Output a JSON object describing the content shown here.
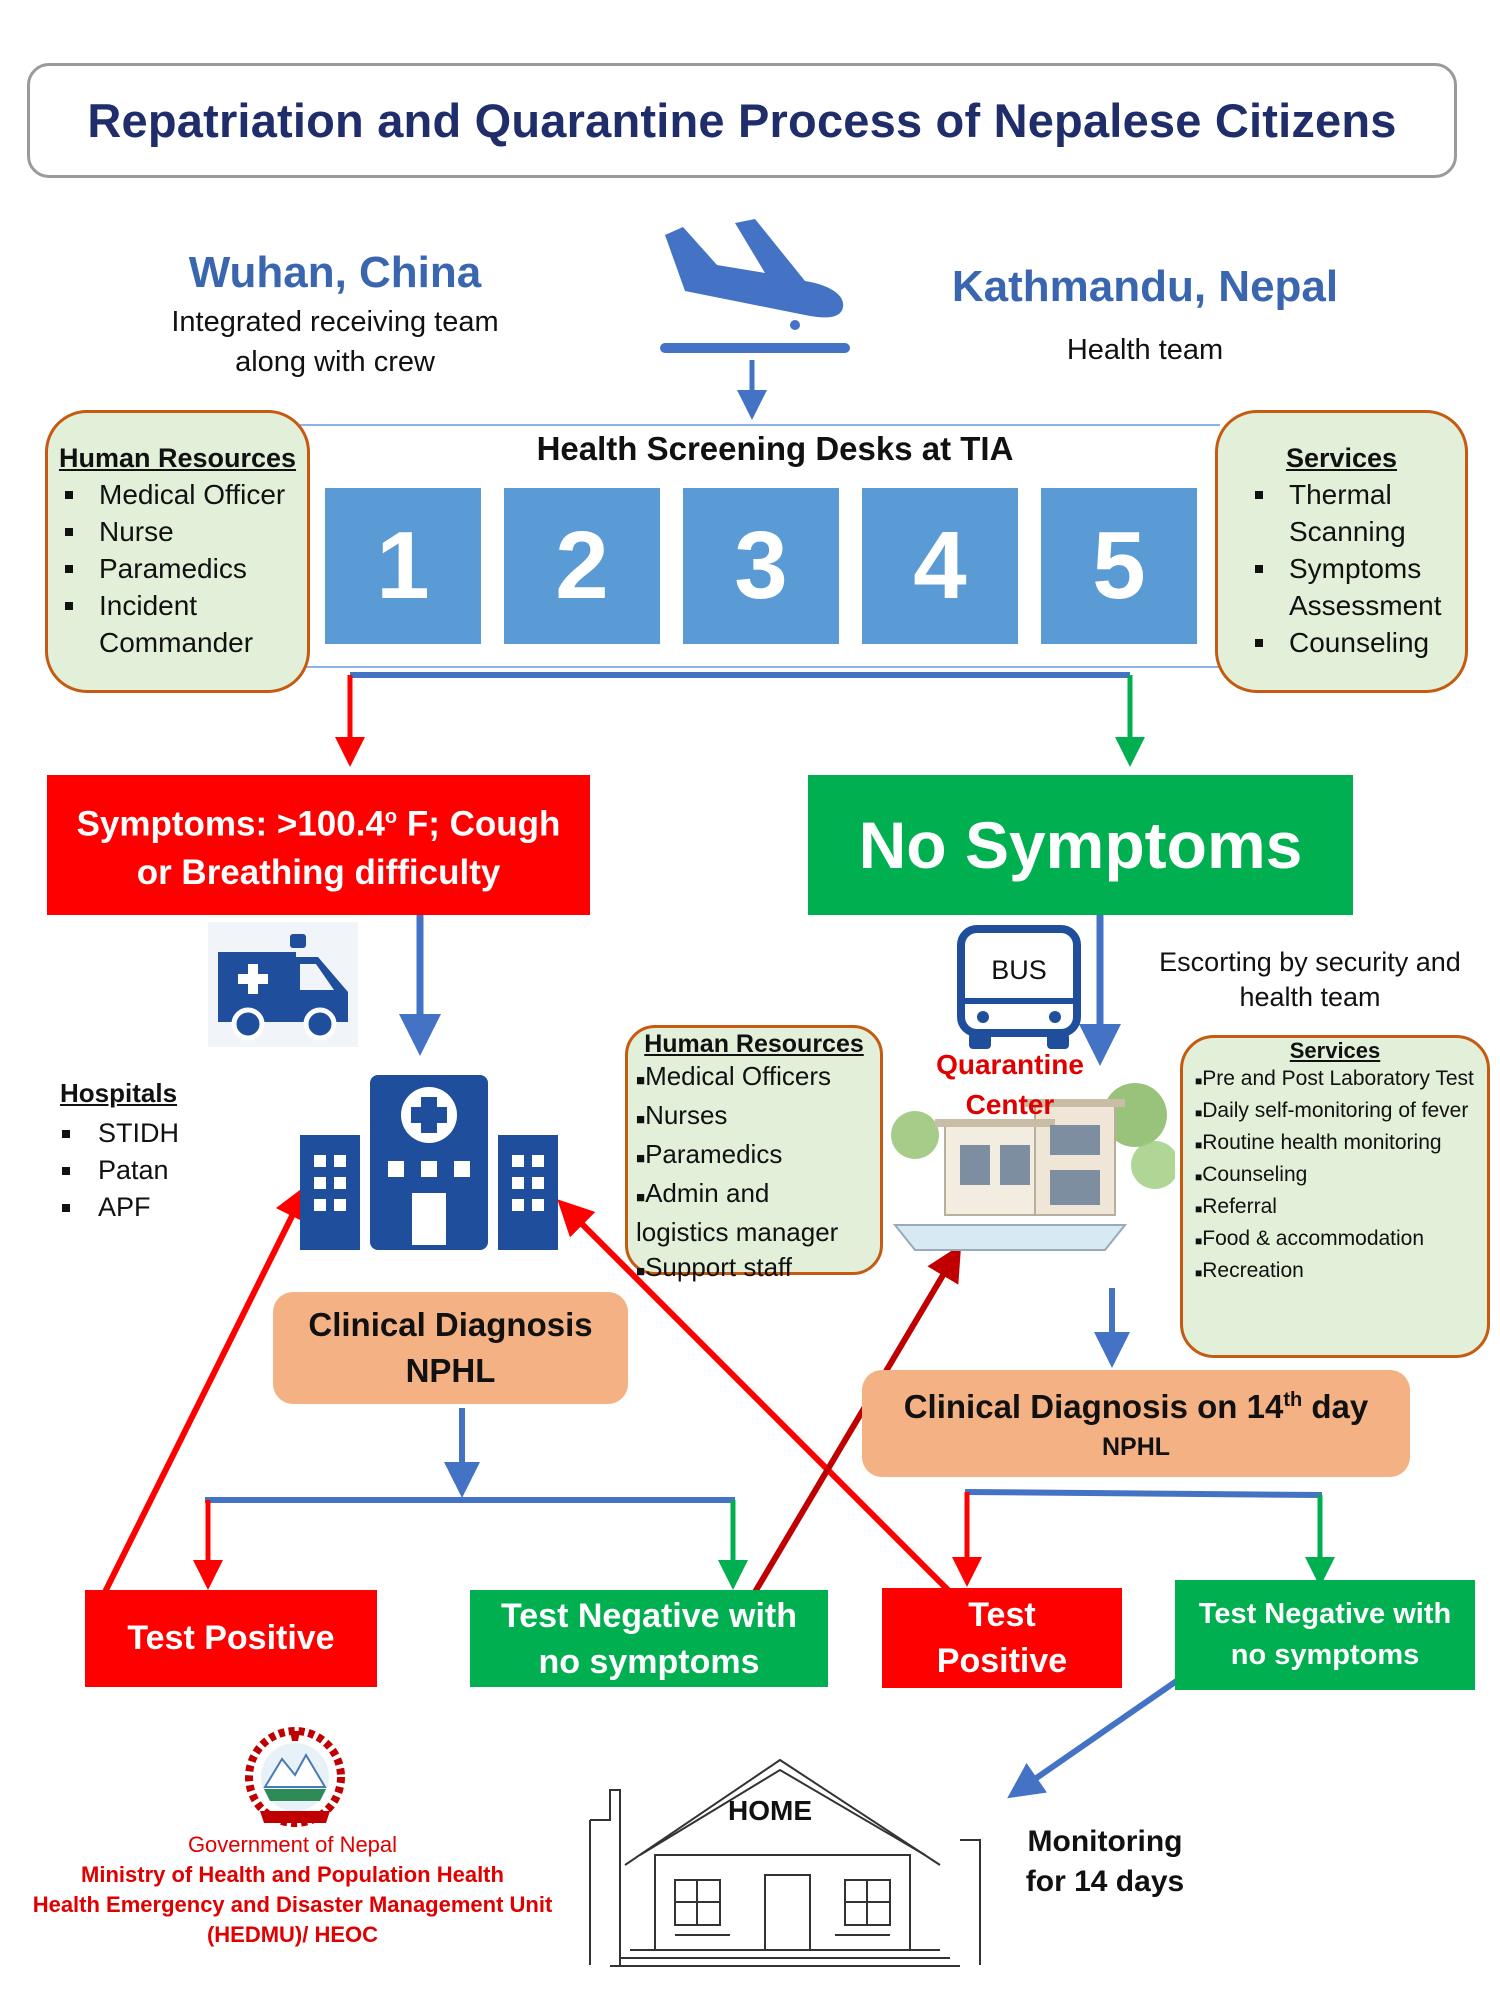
{
  "title": "Repatriation and Quarantine Process of Nepalese Citizens",
  "origin": {
    "city": "Wuhan, China",
    "team_line1": "Integrated receiving team",
    "team_line2": "along with crew"
  },
  "destination": {
    "city": "Kathmandu, Nepal",
    "team": "Health team"
  },
  "screening": {
    "title": "Health Screening Desks at TIA",
    "desks": [
      "1",
      "2",
      "3",
      "4",
      "5"
    ]
  },
  "hr_left": {
    "title": "Human Resources",
    "items": [
      "Medical Officer",
      "Nurse",
      "Paramedics",
      "Incident Commander"
    ]
  },
  "services_right": {
    "title": "Services",
    "items": [
      "Thermal Scanning",
      "Symptoms Assessment",
      "Counseling"
    ]
  },
  "symptoms_box": {
    "line1_prefix": "Symptoms: >100.4",
    "degree": "o",
    "line1_suffix": " F; Cough",
    "line2": "or Breathing difficulty"
  },
  "no_symptoms_box": "No Symptoms",
  "hospitals": {
    "title": "Hospitals",
    "items": [
      "STIDH",
      "Patan",
      "APF"
    ]
  },
  "bus_label": "BUS",
  "escort_line1": "Escorting by security and",
  "escort_line2": "health team",
  "hr_quarantine": {
    "title": "Human Resources",
    "items": [
      "Medical Officers",
      "Nurses",
      "Paramedics",
      "Admin and logistics manager",
      "Support staff"
    ]
  },
  "quarantine_center_line1": "Quarantine",
  "quarantine_center_line2": "Center",
  "services_quarantine": {
    "title": "Services",
    "items": [
      "Pre and Post Laboratory Test",
      "Daily self-monitoring of fever",
      "Routine health monitoring",
      "Counseling",
      "Referral",
      "Food & accommodation",
      "Recreation"
    ]
  },
  "clinical_left": {
    "line1": "Clinical Diagnosis",
    "line2": "NPHL"
  },
  "clinical_right": {
    "prefix": "Clinical Diagnosis on 14",
    "sup": "th",
    "suffix": " day",
    "line2": "NPHL"
  },
  "outcomes": {
    "test_positive_left": "Test Positive",
    "test_negative_left_line1": "Test Negative with",
    "test_negative_left_line2": "no symptoms",
    "test_positive_right_line1": "Test",
    "test_positive_right_line2": "Positive",
    "test_negative_right_line1": "Test Negative with",
    "test_negative_right_line2": "no symptoms"
  },
  "home_label": "HOME",
  "monitoring_line1": "Monitoring",
  "monitoring_line2": "for 14 days",
  "footer": {
    "gov": "Government of Nepal",
    "ministry": "Ministry of Health and Population Health",
    "unit": "Health Emergency and Disaster Management Unit",
    "abbr": "(HEDMU)/ HEOC"
  },
  "colors": {
    "title_navy": "#1f2d6b",
    "city_blue": "#3a66b0",
    "desk_blue": "#5b9bd5",
    "icon_blue": "#1f4e9c",
    "red": "#ff0000",
    "green": "#00b050",
    "peach": "#f4b183",
    "panel_fill": "#e2efd9",
    "panel_border": "#c55a11",
    "connector_blue": "#4472c4"
  }
}
